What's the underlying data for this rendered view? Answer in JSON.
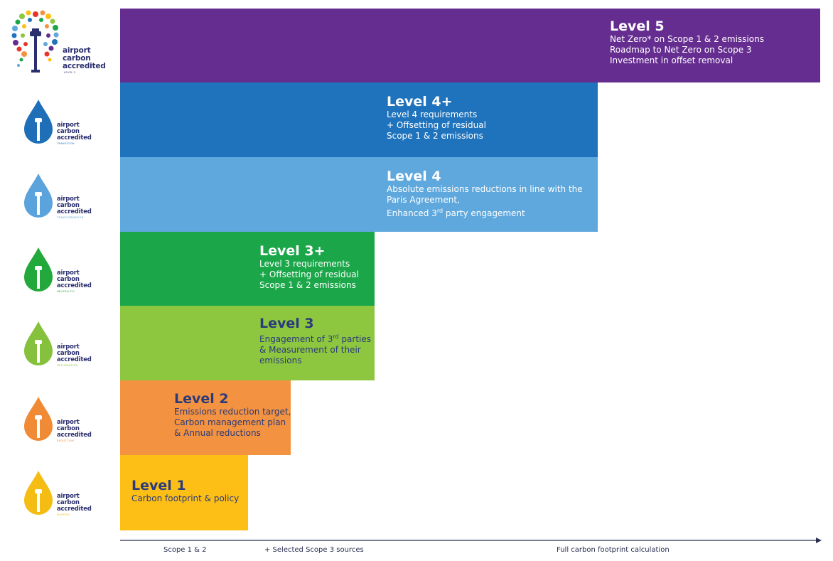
{
  "logos": [
    {
      "key": "l5",
      "lines": [
        "airport",
        "carbon",
        "accredited"
      ],
      "sub": "LEVEL 5",
      "color": "#6a2b8f",
      "icon": "colorful-tower-icon"
    },
    {
      "key": "l4p",
      "lines": [
        "airport",
        "carbon",
        "accredited"
      ],
      "sub": "TRANSITION",
      "color": "#1e6fb8",
      "icon": "drop-tower-icon"
    },
    {
      "key": "l4",
      "lines": [
        "airport",
        "carbon",
        "accredited"
      ],
      "sub": "TRANSFORMATION",
      "color": "#5aa3dc",
      "icon": "drop-tower-icon"
    },
    {
      "key": "l3p",
      "lines": [
        "airport",
        "carbon",
        "accredited"
      ],
      "sub": "NEUTRALITY",
      "color": "#22a83b",
      "icon": "drop-tower-icon"
    },
    {
      "key": "l3",
      "lines": [
        "airport",
        "carbon",
        "accredited"
      ],
      "sub": "OPTIMISATION",
      "color": "#86c13d",
      "icon": "drop-tower-icon"
    },
    {
      "key": "l2",
      "lines": [
        "airport",
        "carbon",
        "accredited"
      ],
      "sub": "REDUCTION",
      "color": "#f08a34",
      "icon": "drop-tower-icon"
    },
    {
      "key": "l1",
      "lines": [
        "airport",
        "carbon",
        "accredited"
      ],
      "sub": "MAPPING",
      "color": "#f5bd14",
      "icon": "drop-tower-icon"
    }
  ],
  "levels": [
    {
      "key": "l5",
      "title": "Level 5",
      "color": "#662d91",
      "lines": [
        "Net Zero* on Scope 1 & 2 emissions",
        "Roadmap to Net Zero on Scope 3",
        "Investment in offset removal"
      ]
    },
    {
      "key": "l4p",
      "title": "Level 4+",
      "color": "#1f73bc",
      "lines": [
        "Level 4 requirements",
        "+ Offsetting of residual",
        "Scope 1 & 2 emissions"
      ]
    },
    {
      "key": "l4",
      "title": "Level 4",
      "color": "#5fa8dd",
      "lines": [
        "Absolute emissions reductions in line with the",
        "Paris Agreement,",
        "Enhanced 3rd party engagement"
      ]
    },
    {
      "key": "l3p",
      "title": "Level 3+",
      "color": "#1aa649",
      "lines": [
        "Level 3 requirements",
        "+ Offsetting of residual",
        "Scope 1 & 2 emissions"
      ]
    },
    {
      "key": "l3",
      "title": "Level 3",
      "color": "#8dc63f",
      "lines": [
        "Engagement of 3rd parties",
        "& Measurement of their",
        "emissions"
      ]
    },
    {
      "key": "l2",
      "title": "Level 2",
      "color": "#f39341",
      "lines": [
        "Emissions reduction target,",
        "Carbon management plan",
        "& Annual reductions"
      ]
    },
    {
      "key": "l1",
      "title": "Level 1",
      "color": "#fdbf16",
      "lines": [
        "Carbon footprint & policy"
      ]
    }
  ],
  "axis": {
    "labels": [
      "Scope 1 & 2",
      "+ Selected Scope 3 sources",
      "Full carbon footprint calculation"
    ],
    "color": "#2b2f4e"
  }
}
